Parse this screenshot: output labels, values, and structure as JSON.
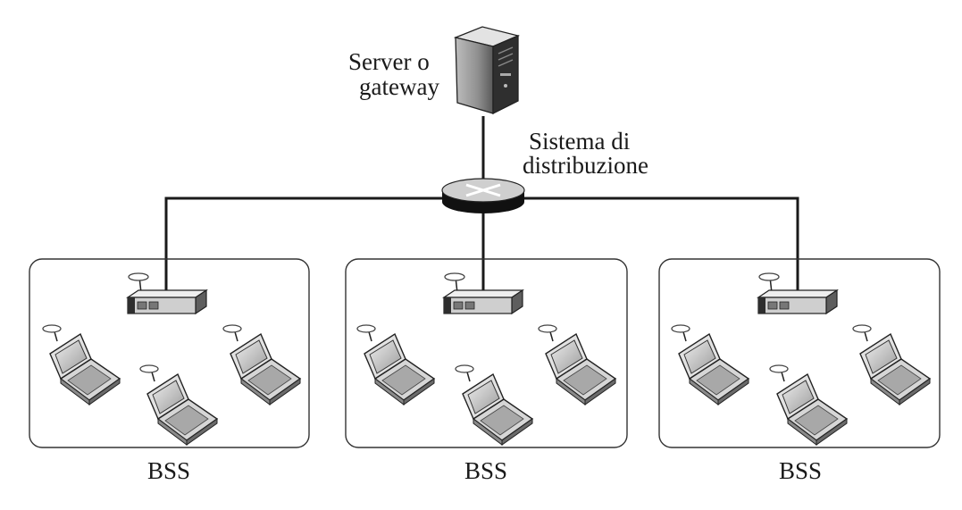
{
  "labels": {
    "server_line1": "Server o",
    "server_line2": "gateway",
    "distribution_line1": "Sistema di",
    "distribution_line2": "distribuzione"
  },
  "bss_groups": [
    {
      "label": "BSS",
      "access_point": "access-point",
      "stations": 3
    },
    {
      "label": "BSS",
      "access_point": "access-point",
      "stations": 3
    },
    {
      "label": "BSS",
      "access_point": "access-point",
      "stations": 3
    }
  ],
  "icons": {
    "server": "server-tower-icon",
    "switch": "switch-icon",
    "access_point": "access-point-icon",
    "laptop": "laptop-icon"
  },
  "colors": {
    "line": "#1a1a1a",
    "box_stroke": "#333333",
    "device_light": "#d9d9d9",
    "device_dark": "#6a6a6a"
  }
}
